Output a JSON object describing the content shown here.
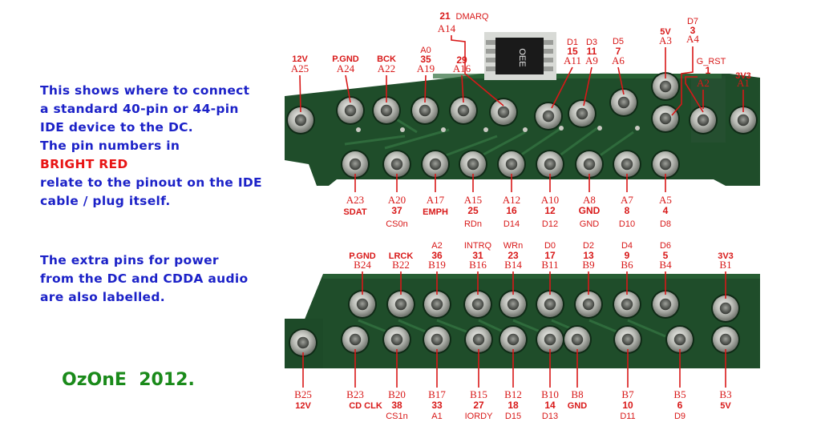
{
  "description": {
    "line1": "This shows where to connect",
    "line2": "a standard 40-pin or 44-pin",
    "line3": "IDE device to the DC.",
    "line4": "The pin numbers in",
    "line5": "BRIGHT RED",
    "line6": "relate to the pinout on the IDE",
    "line7": "cable / plug itself."
  },
  "extra_note": {
    "line1": "The extra pins for power",
    "line2": "from the DC and CDDA audio",
    "line3": "are also labelled."
  },
  "credit": "OzOnE  2012.",
  "chip": {
    "marking": "OEE"
  },
  "colors": {
    "board_green": "#1f4d2a",
    "label_red": "#d81818",
    "description_blue": "#1c22c8",
    "credit_green": "#1a8a1a"
  },
  "top_connector": {
    "row_a_top": [
      {
        "pad": "A25",
        "pin": "",
        "signal": "12V"
      },
      {
        "pad": "A24",
        "pin": "",
        "signal": "P.GND"
      },
      {
        "pad": "A22",
        "pin": "",
        "signal": "BCK"
      },
      {
        "pad": "A19",
        "pin": "35",
        "signal": "A0"
      },
      {
        "pad": "A16",
        "pin": "29",
        "signal": ""
      },
      {
        "pad": "A14",
        "pin": "21",
        "signal": "DMARQ"
      },
      {
        "pad": "A11",
        "pin": "15",
        "signal": "D1"
      },
      {
        "pad": "A9",
        "pin": "11",
        "signal": "D3"
      },
      {
        "pad": "A6",
        "pin": "7",
        "signal": "D5"
      },
      {
        "pad": "A3",
        "pin": "",
        "signal": "5V"
      },
      {
        "pad": "A4",
        "pin": "3",
        "signal": "D7"
      },
      {
        "pad": "A2",
        "pin": "1",
        "signal": "G_RST"
      },
      {
        "pad": "A1",
        "pin": "",
        "signal": "3V3"
      }
    ],
    "row_a_bottom": [
      {
        "pad": "A23",
        "pin": "",
        "signal": "SDAT"
      },
      {
        "pad": "A20",
        "pin": "37",
        "signal": "CS0n"
      },
      {
        "pad": "A17",
        "pin": "",
        "signal": "EMPH"
      },
      {
        "pad": "A15",
        "pin": "25",
        "signal": "RDn"
      },
      {
        "pad": "A12",
        "pin": "16",
        "signal": "D14"
      },
      {
        "pad": "A10",
        "pin": "12",
        "signal": "D12"
      },
      {
        "pad": "A8",
        "pin": "GND",
        "signal": "GND"
      },
      {
        "pad": "A7",
        "pin": "8",
        "signal": "D10"
      },
      {
        "pad": "A5",
        "pin": "4",
        "signal": "D8"
      }
    ]
  },
  "bottom_connector": {
    "row_b_top": [
      {
        "pad": "B24",
        "pin": "",
        "signal": "P.GND"
      },
      {
        "pad": "B22",
        "pin": "",
        "signal": "LRCK"
      },
      {
        "pad": "B19",
        "pin": "36",
        "signal": "A2"
      },
      {
        "pad": "B16",
        "pin": "31",
        "signal": "INTRQ"
      },
      {
        "pad": "B14",
        "pin": "23",
        "signal": "WRn"
      },
      {
        "pad": "B11",
        "pin": "17",
        "signal": "D0"
      },
      {
        "pad": "B9",
        "pin": "13",
        "signal": "D2"
      },
      {
        "pad": "B6",
        "pin": "9",
        "signal": "D4"
      },
      {
        "pad": "B4",
        "pin": "5",
        "signal": "D6"
      },
      {
        "pad": "B1",
        "pin": "",
        "signal": "3V3"
      }
    ],
    "row_b_bottom": [
      {
        "pad": "B25",
        "pin": "",
        "signal": "12V"
      },
      {
        "pad": "B23",
        "pin": "",
        "signal": "CD CLK"
      },
      {
        "pad": "B20",
        "pin": "38",
        "signal": "CS1n"
      },
      {
        "pad": "B17",
        "pin": "33",
        "signal": "A1"
      },
      {
        "pad": "B15",
        "pin": "27",
        "signal": "IORDY"
      },
      {
        "pad": "B12",
        "pin": "18",
        "signal": "D15"
      },
      {
        "pad": "B10",
        "pin": "14",
        "signal": "D13"
      },
      {
        "pad": "B8",
        "pin": "",
        "signal": "GND"
      },
      {
        "pad": "B7",
        "pin": "10",
        "signal": "D11"
      },
      {
        "pad": "B5",
        "pin": "6",
        "signal": "D9"
      },
      {
        "pad": "B3",
        "pin": "",
        "signal": "5V"
      }
    ]
  }
}
